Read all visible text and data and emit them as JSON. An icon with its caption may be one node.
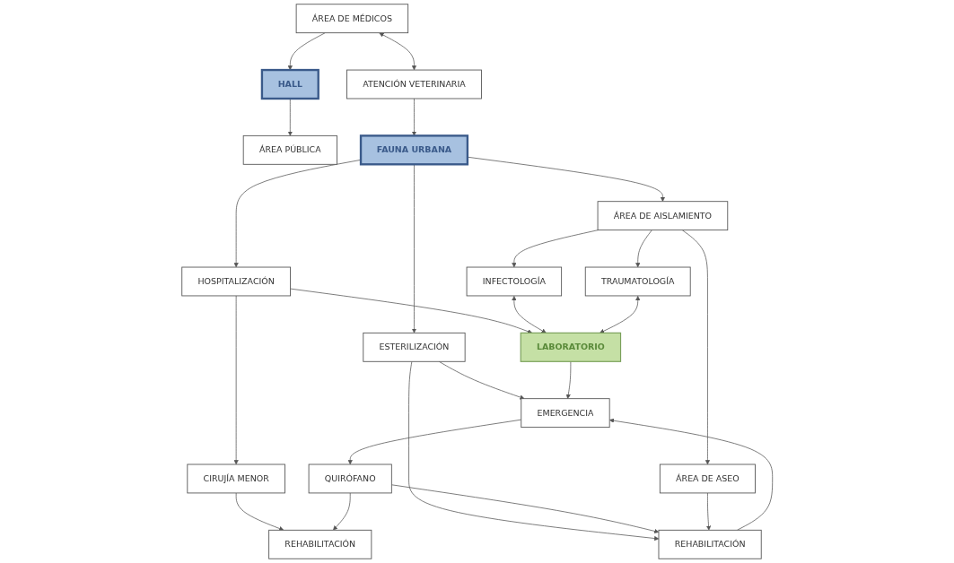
{
  "diagram": {
    "nodes": [
      {
        "text": [
          "ÁREA DE MÉDICOS"
        ]
      },
      {
        "text": [
          "HALL"
        ]
      },
      {
        "text": [
          "ATENCIÓN VETERINARIA"
        ]
      },
      {
        "text": [
          "ÁREA PÚBLICA"
        ]
      },
      {
        "text": [
          "FAUNA URBANA"
        ]
      },
      {
        "text": [
          "HOSPITALIZACIÓN"
        ]
      },
      {
        "text": [
          "ESTERILIZACIÓN"
        ]
      },
      {
        "text": [
          "ÁREA DE AISLAMIENTO"
        ]
      },
      {
        "text": [
          "CIRUJÍA MENOR"
        ]
      },
      {
        "text": [
          "REHABILITACIÓN"
        ]
      },
      {
        "text": [
          "ÁREA DE ASEO"
        ]
      },
      {
        "text": [
          "REHABILITACIÓN"
        ]
      },
      {
        "text": [
          "EMERGENCIA"
        ]
      },
      {
        "text": [
          "INFECTOLOGÍA"
        ]
      },
      {
        "text": [
          "QUIRÓFANO"
        ]
      },
      {
        "text": [
          "TRAUMATOLOGÍA"
        ]
      },
      {
        "text": [
          "LABORATORIO"
        ]
      }
    ],
    "edges": [
      {
        "from": 0,
        "to": 2,
        "arrow": "both"
      },
      {
        "from": 0,
        "to": 1,
        "arrow": "to"
      },
      {
        "from": 1,
        "to": 3,
        "arrow": "to"
      },
      {
        "from": 2,
        "to": 4,
        "arrow": "to"
      },
      {
        "from": 4,
        "to": 5,
        "arrow": "to"
      },
      {
        "from": 4,
        "to": 6,
        "arrow": "to"
      },
      {
        "from": 4,
        "to": 7,
        "arrow": "to"
      },
      {
        "from": 5,
        "to": 8,
        "arrow": "to"
      },
      {
        "from": 8,
        "to": 11,
        "arrow": "to"
      },
      {
        "from": 5,
        "to": 16,
        "arrow": "to"
      },
      {
        "from": 6,
        "to": 9,
        "arrow": "to"
      },
      {
        "from": 6,
        "to": 12,
        "arrow": "to"
      },
      {
        "from": 9,
        "to": 12,
        "arrow": "to"
      },
      {
        "from": 12,
        "to": 14,
        "arrow": "to"
      },
      {
        "from": 14,
        "to": 11,
        "arrow": "to"
      },
      {
        "from": 14,
        "to": 9,
        "arrow": "to"
      },
      {
        "from": 10,
        "to": 9,
        "arrow": "to"
      },
      {
        "from": 7,
        "to": 10,
        "arrow": "to"
      },
      {
        "from": 7,
        "to": 13,
        "arrow": "to"
      },
      {
        "from": 7,
        "to": 15,
        "arrow": "to"
      },
      {
        "from": 16,
        "to": 12,
        "arrow": "to"
      },
      {
        "from": 13,
        "to": 16,
        "arrow": "both"
      },
      {
        "from": 15,
        "to": 16,
        "arrow": "both"
      }
    ]
  }
}
